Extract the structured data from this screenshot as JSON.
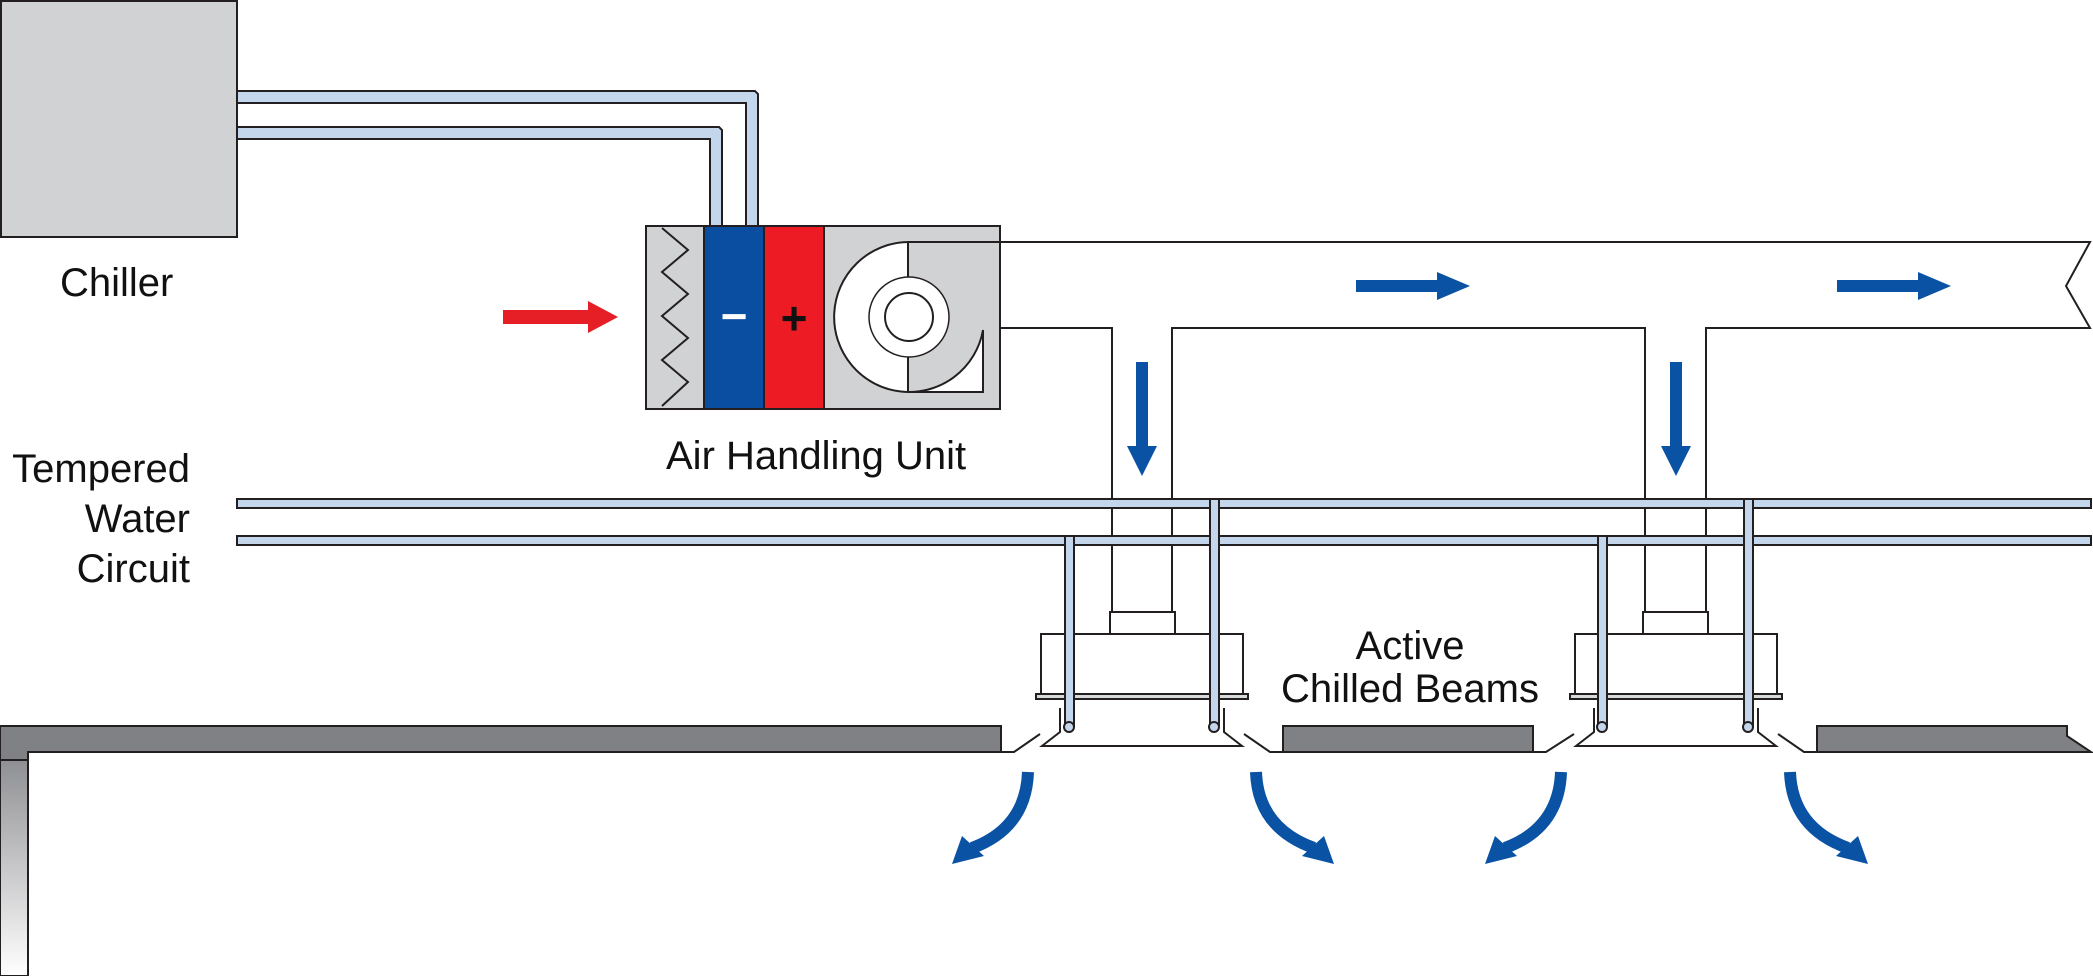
{
  "labels": {
    "chiller": "Chiller",
    "air_handling_unit": "Air Handling Unit",
    "tempered_water_circuit": [
      "Tempered",
      "Water",
      "Circuit"
    ],
    "active_chilled_beams": [
      "Active",
      "Chilled Beams"
    ]
  },
  "coil_symbols": {
    "cooling": "−",
    "heating": "+"
  },
  "colors": {
    "chiller_fill": "#d1d2d4",
    "water_pipe": "#c3d6ec",
    "outline": "#231f20",
    "cooling_coil": "#0a4ea1",
    "heating_coil": "#ed1c24",
    "flow_arrow": "#0a52a3",
    "outside_air_arrow": "#e61e26",
    "ceiling": "#808184"
  }
}
